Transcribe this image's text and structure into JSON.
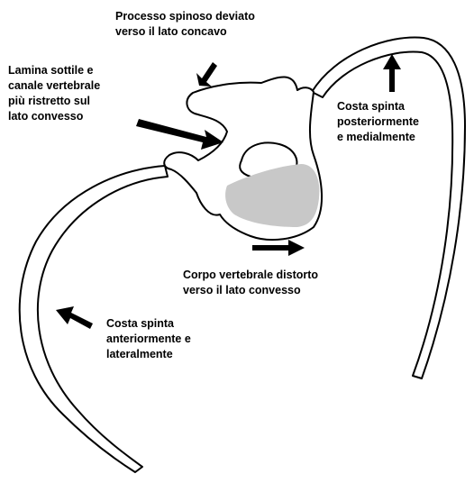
{
  "labels": {
    "spinous": {
      "line1": "Processo spinoso deviato",
      "line2": "verso il lato concavo"
    },
    "lamina": {
      "line1": "Lamina sottile e",
      "line2": "canale vertebrale",
      "line3": "più ristretto sul",
      "line4": "lato convesso"
    },
    "rib_posterior": {
      "line1": "Costa spinta",
      "line2": "posteriormente",
      "line3": "e medialmente"
    },
    "body": {
      "line1": "Corpo vertebrale distorto",
      "line2": "verso il lato convesso"
    },
    "rib_anterior": {
      "line1": "Costa spinta",
      "line2": "anteriormente e",
      "line3": "lateralmente"
    }
  },
  "colors": {
    "outline": "#000000",
    "fill": "#ffffff",
    "vertebral_body": "#c8c8c8"
  }
}
